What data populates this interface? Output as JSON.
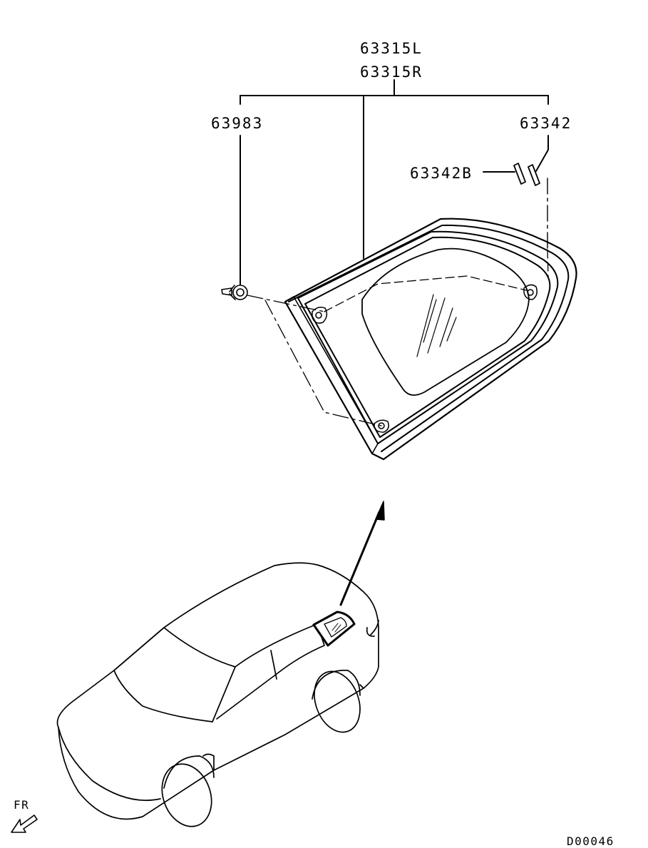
{
  "parts": {
    "glass_left": "63315L",
    "glass_right": "63315R",
    "clip": "63983",
    "spacer": "63342",
    "spacer_b": "63342B"
  },
  "direction": {
    "label": "FR"
  },
  "diagram_code": "D00046",
  "colors": {
    "line": "#000000",
    "background": "#ffffff"
  }
}
